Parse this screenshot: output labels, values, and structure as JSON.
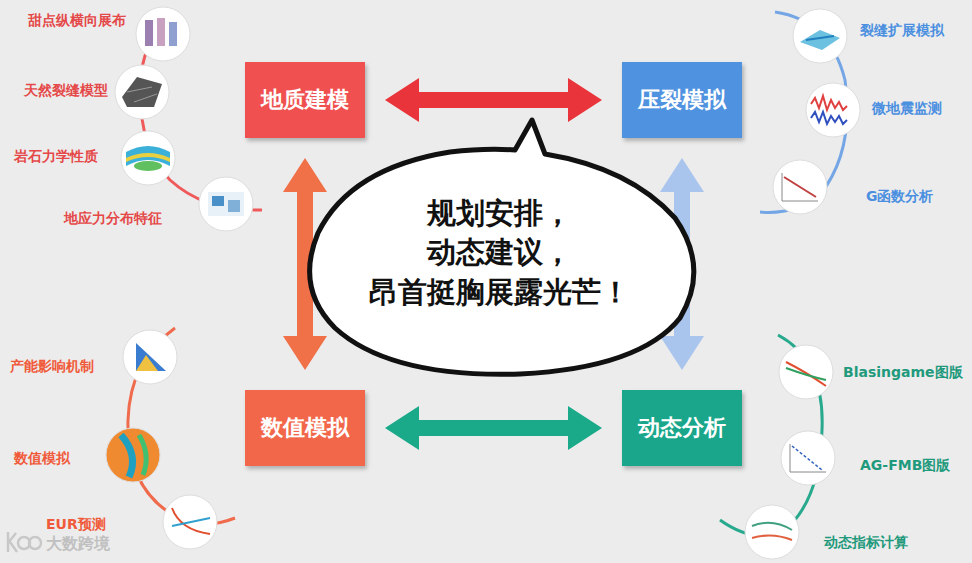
{
  "diagram": {
    "nodes": [
      {
        "text": [
          "地质建模"
        ]
      },
      {
        "text": [
          "压裂模拟"
        ]
      },
      {
        "text": [
          "规划安排， 动态建议， 昂首挺胸展露光芒！"
        ]
      },
      {
        "text": [
          "数值模拟"
        ]
      },
      {
        "text": [
          "动态分析"
        ]
      }
    ],
    "edges": [
      {
        "from": 0,
        "to": 1,
        "arrow": "both"
      },
      {
        "from": 0,
        "to": 3,
        "arrow": "both"
      },
      {
        "from": 3,
        "to": 4,
        "arrow": "both"
      },
      {
        "from": 1,
        "to": 4,
        "arrow": "both"
      }
    ],
    "labels": [
      "甜点纵横向展布",
      "天然裂缝模型",
      "岩石力学性质",
      "地应力分布特征",
      "裂缝扩展模拟",
      "微地震监测",
      "G函数分析",
      "产能影响机制",
      "数值模拟",
      "EUR预测",
      "Blasingame图版",
      "AG-FMB图版",
      "动态指标计算",
      "大数跨境"
    ]
  }
}
